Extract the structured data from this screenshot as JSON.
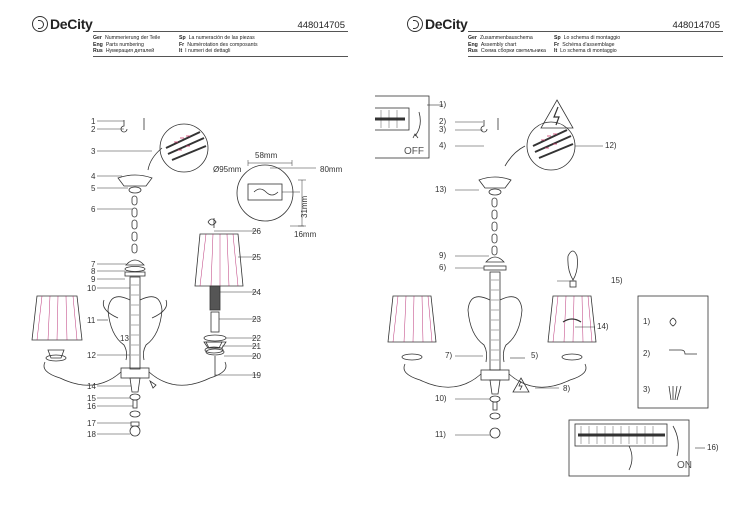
{
  "brand": "DeCity",
  "article_number": "448014705",
  "left_page": {
    "lines": [
      {
        "c1_code": "Ger",
        "c1_text": "Nummerierung der Teile",
        "c2_code": "Sp",
        "c2_text": "La numeración de las piezas"
      },
      {
        "c1_code": "Eng",
        "c1_text": "Parts numbering",
        "c2_code": "Fr",
        "c2_text": "Numérotation des composants"
      },
      {
        "c1_code": "Rus",
        "c1_text": "Нумерация деталей",
        "c2_code": "It",
        "c2_text": "I numeri dei dettagli"
      }
    ],
    "callouts": [
      "1",
      "2",
      "3",
      "4",
      "5",
      "6",
      "7",
      "8",
      "9",
      "10",
      "11",
      "12",
      "13",
      "14",
      "15",
      "16",
      "17",
      "18",
      "19",
      "20",
      "21",
      "22",
      "23",
      "24",
      "25",
      "26"
    ],
    "dimensions": {
      "diameter": "Ø95mm",
      "width": "58mm",
      "depth": "80mm",
      "height": "31mm",
      "offset": "16mm"
    }
  },
  "right_page": {
    "lines": [
      {
        "c1_code": "Ger",
        "c1_text": "Zusammenbauschema",
        "c2_code": "Sp",
        "c2_text": "Lo schema di montaggio"
      },
      {
        "c1_code": "Eng",
        "c1_text": "Assembly chart",
        "c2_code": "Fr",
        "c2_text": "Schéma d'assemblage"
      },
      {
        "c1_code": "Rus",
        "c1_text": "Схема сборки светильника",
        "c2_code": "It",
        "c2_text": "Lo schema di montaggio"
      }
    ],
    "steps": [
      "1)",
      "2)",
      "3)",
      "4)",
      "5)",
      "6)",
      "7)",
      "8)",
      "9)",
      "10)",
      "11)",
      "12)",
      "13)",
      "14)",
      "15)",
      "16)"
    ],
    "switch_off": "OFF",
    "switch_on": "ON",
    "wire_labels": {
      "step1": "1)",
      "step2": "2)",
      "step3": "3)"
    }
  }
}
